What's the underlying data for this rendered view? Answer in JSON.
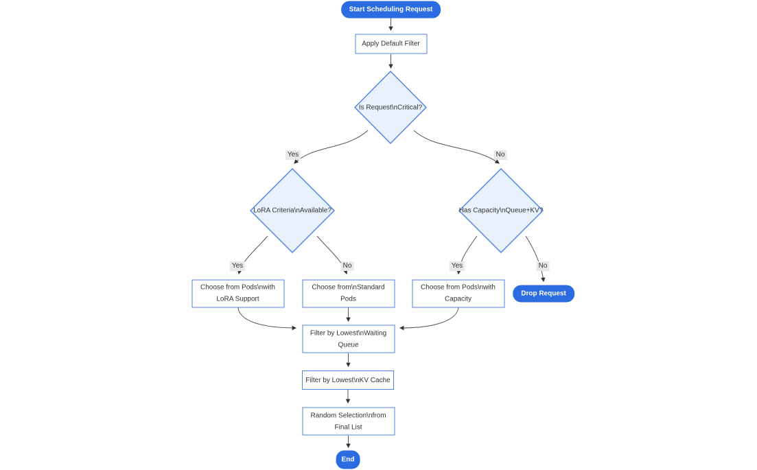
{
  "diagram": {
    "type": "flowchart",
    "direction": "top-down",
    "nodes": [
      {
        "id": "start",
        "shape": "stadium",
        "label": "Start Scheduling Request"
      },
      {
        "id": "apply_default_filter",
        "shape": "rect",
        "label": "Apply Default Filter"
      },
      {
        "id": "is_critical",
        "shape": "diamond",
        "label": "Is Request\\nCritical?"
      },
      {
        "id": "lora_criteria",
        "shape": "diamond",
        "label": "LoRA Criteria\\nAvailable?"
      },
      {
        "id": "has_capacity",
        "shape": "diamond",
        "label": "Has Capacity\\nQueue+KV?"
      },
      {
        "id": "choose_lora_pods",
        "shape": "rect",
        "label": "Choose from Pods\\nwith LoRA Support"
      },
      {
        "id": "choose_standard_pods",
        "shape": "rect",
        "label": "Choose from\\nStandard Pods"
      },
      {
        "id": "choose_capacity_pods",
        "shape": "rect",
        "label": "Choose from Pods\\nwith Capacity"
      },
      {
        "id": "drop_request",
        "shape": "stadium",
        "label": "Drop Request"
      },
      {
        "id": "filter_waiting_queue",
        "shape": "rect",
        "label": "Filter by Lowest\\nWaiting Queue"
      },
      {
        "id": "filter_kv_cache",
        "shape": "rect",
        "label": "Filter by Lowest\\nKV Cache"
      },
      {
        "id": "random_selection",
        "shape": "rect",
        "label": "Random Selection\\nfrom Final List"
      },
      {
        "id": "end",
        "shape": "stadium",
        "label": "End"
      }
    ],
    "edges": [
      {
        "from": "start",
        "to": "apply_default_filter",
        "label": ""
      },
      {
        "from": "apply_default_filter",
        "to": "is_critical",
        "label": ""
      },
      {
        "from": "is_critical",
        "to": "lora_criteria",
        "label": "Yes"
      },
      {
        "from": "is_critical",
        "to": "has_capacity",
        "label": "No"
      },
      {
        "from": "lora_criteria",
        "to": "choose_lora_pods",
        "label": "Yes"
      },
      {
        "from": "lora_criteria",
        "to": "choose_standard_pods",
        "label": "No"
      },
      {
        "from": "has_capacity",
        "to": "choose_capacity_pods",
        "label": "Yes"
      },
      {
        "from": "has_capacity",
        "to": "drop_request",
        "label": "No"
      },
      {
        "from": "choose_lora_pods",
        "to": "filter_waiting_queue",
        "label": ""
      },
      {
        "from": "choose_standard_pods",
        "to": "filter_waiting_queue",
        "label": ""
      },
      {
        "from": "choose_capacity_pods",
        "to": "filter_waiting_queue",
        "label": ""
      },
      {
        "from": "filter_waiting_queue",
        "to": "filter_kv_cache",
        "label": ""
      },
      {
        "from": "filter_kv_cache",
        "to": "random_selection",
        "label": ""
      },
      {
        "from": "random_selection",
        "to": "end",
        "label": ""
      }
    ],
    "colors": {
      "accent_fill": "#2b6de0",
      "node_border": "#4d80e4",
      "diamond_fill": "#e9f2fc",
      "node_text": "#333333",
      "edge_stroke": "#555555",
      "arrowhead": "#333333",
      "edge_label_bg": "#e8e8e8"
    }
  }
}
